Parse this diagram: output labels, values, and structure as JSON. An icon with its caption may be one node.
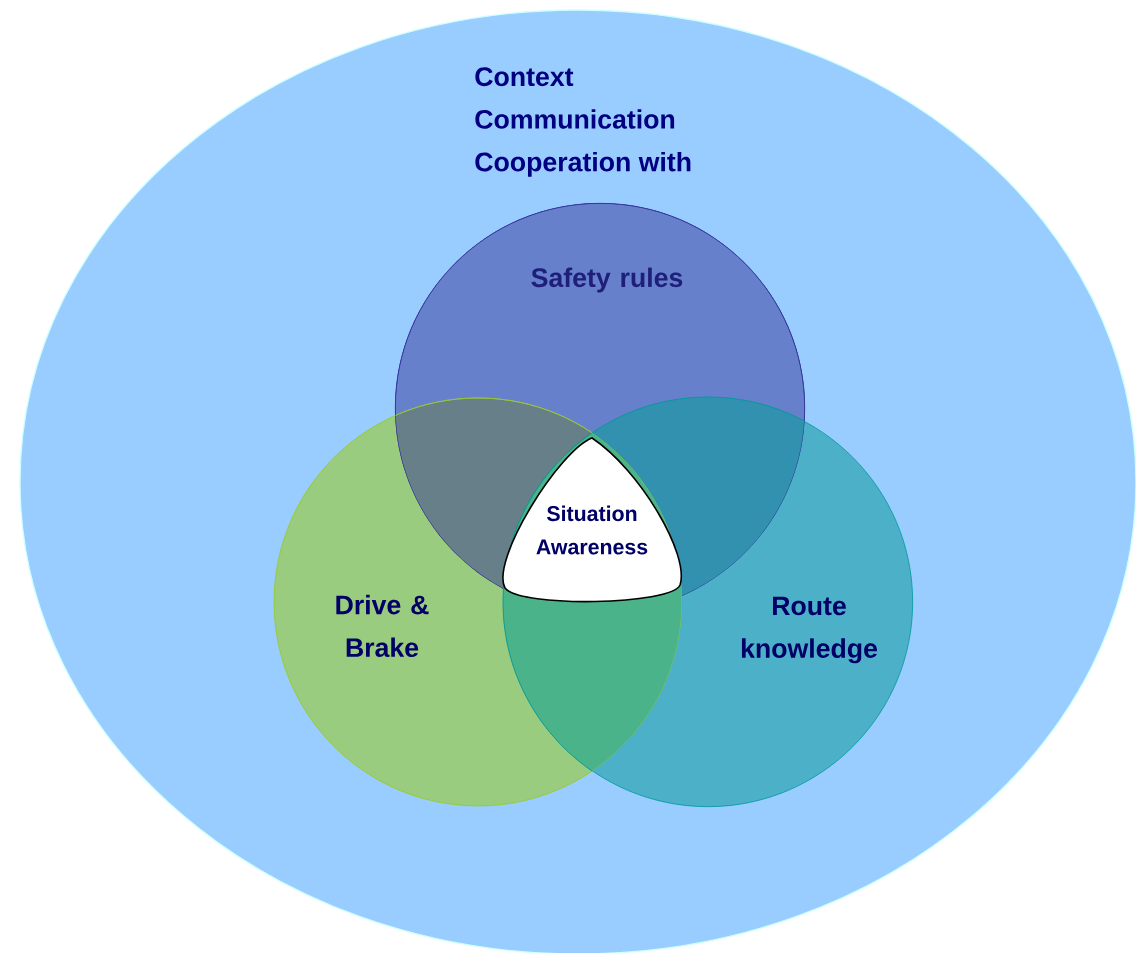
{
  "diagram": {
    "nodes": [
      {
        "text": [
          "Context",
          "Communication",
          "Cooperation with"
        ]
      },
      {
        "text": [
          "Safety rules"
        ],
        "in": 0
      },
      {
        "text": [
          "Drive & Brake"
        ],
        "in": 0
      },
      {
        "text": [
          "Route knowledge"
        ],
        "in": 0
      },
      {
        "text": [
          "Situation Awareness"
        ]
      }
    ]
  }
}
